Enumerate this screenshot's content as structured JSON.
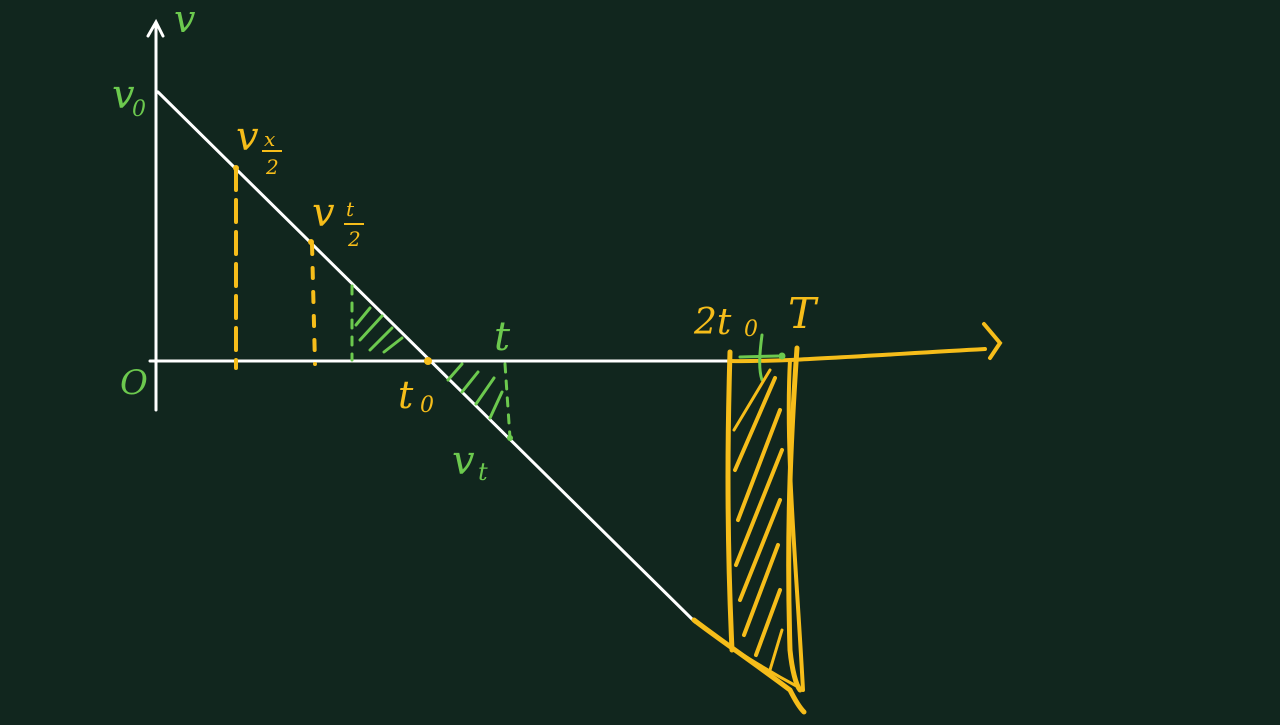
{
  "colors": {
    "background": "#11261e",
    "axis": "#ffffff",
    "green": "#6cc94e",
    "yellow": "#f6bd1a"
  },
  "labels": {
    "y_axis": "v",
    "origin": "O",
    "v0_main": "v",
    "v0_sub": "0",
    "vx2_main": "v",
    "vx2_sub_top": "x",
    "vx2_sub_bottom": "2",
    "vt2_main": "v",
    "vt2_sub_top": "t",
    "vt2_sub_bottom": "2",
    "t0_main": "t",
    "t0_sub": "0",
    "t": "t",
    "vt_main": "v",
    "vt_sub": "t",
    "two_t0_main": "2t",
    "two_t0_sub": "0",
    "T": "T",
    "t_small": "t"
  }
}
